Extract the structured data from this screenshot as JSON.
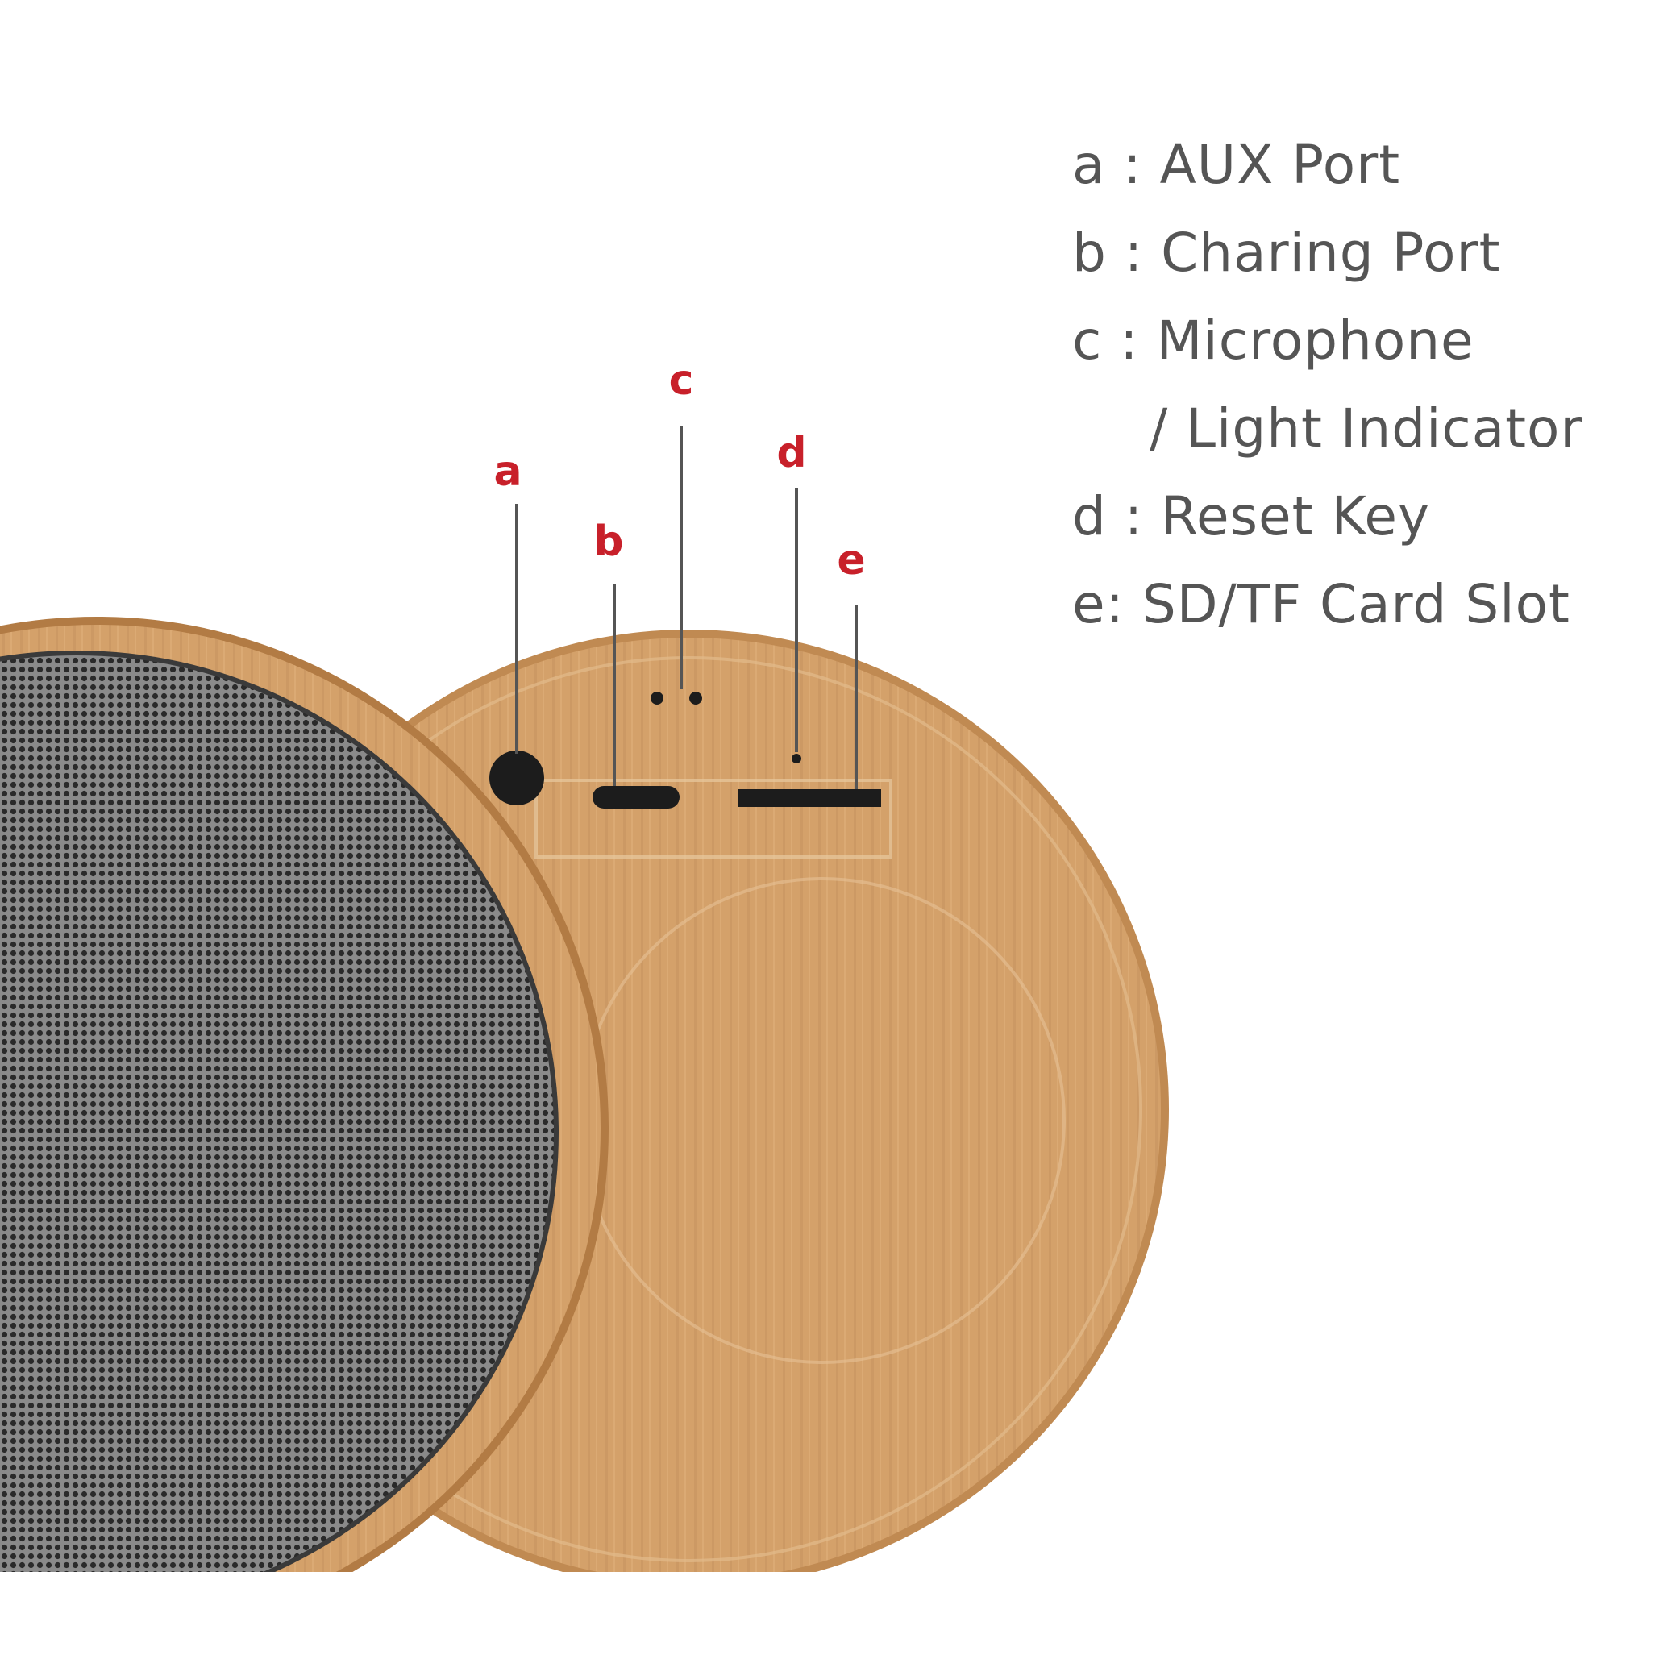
{
  "legend": [
    {
      "text": "a : AUX Port"
    },
    {
      "text": "b : Charing Port"
    },
    {
      "text": "c : Microphone"
    },
    {
      "text": "/ Light Indicator"
    },
    {
      "text": "d : Reset Key"
    },
    {
      "text": "e: SD/TF Card Slot"
    }
  ],
  "callouts": {
    "a": "a",
    "b": "b",
    "c": "c",
    "d": "d",
    "e": "e"
  },
  "colors": {
    "wood": "#d7a46c",
    "wood_dark": "#b9844d",
    "grille": "#4a4a4a",
    "callout": "#c8202a",
    "text": "#555555"
  }
}
